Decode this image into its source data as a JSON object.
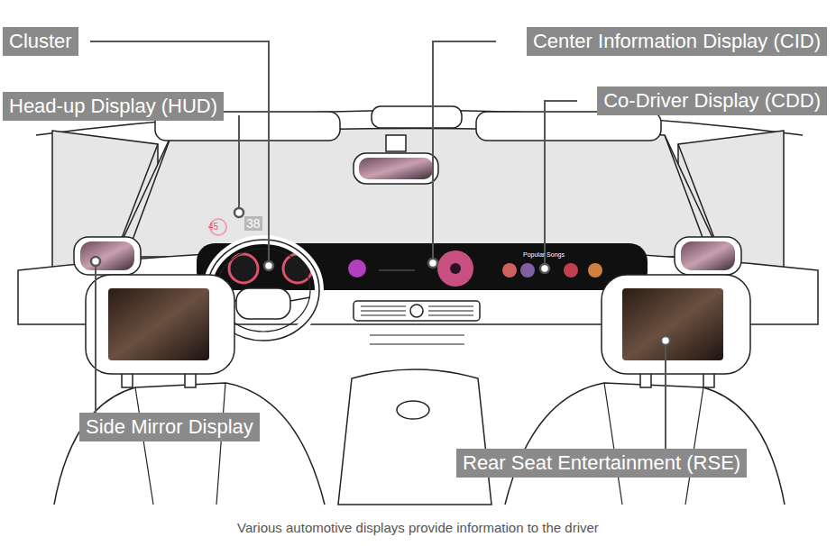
{
  "diagram": {
    "caption": "Various automotive displays provide information to the driver",
    "nodes": [
      {
        "text": [
          "Cluster"
        ]
      },
      {
        "text": [
          "Head-up Display (HUD)"
        ]
      },
      {
        "text": [
          "Center Information Display (CID)"
        ]
      },
      {
        "text": [
          "Co-Driver Display (CDD)"
        ]
      },
      {
        "text": [
          "Side Mirror Display"
        ]
      },
      {
        "text": [
          "Rear Seat Entertainment (RSE)"
        ]
      }
    ],
    "labels": [
      "45",
      "38",
      "Popular Songs"
    ]
  }
}
